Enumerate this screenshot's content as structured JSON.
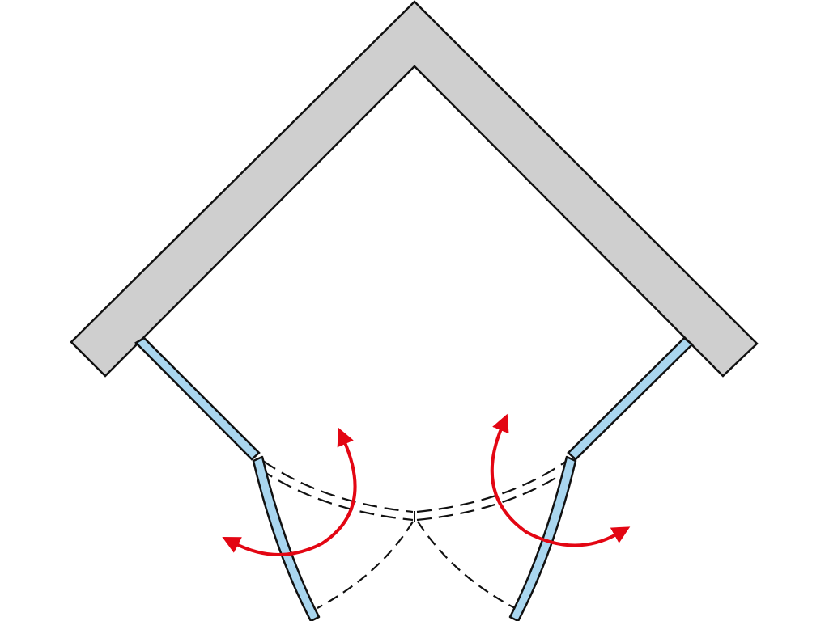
{
  "diagram": {
    "kind": "shower-enclosure-plan",
    "colors": {
      "wall_fill": "#cfcfcf",
      "outline": "#111111",
      "glass": "#a9d6ef",
      "arrow": "#e30613",
      "background": "#ffffff"
    },
    "icons": [
      "wall-corner",
      "fixed-glass-panel",
      "pivot-door",
      "open-direction-arrow"
    ],
    "doors": [
      {
        "side": "left",
        "opens": [
          "inward",
          "outward"
        ]
      },
      {
        "side": "right",
        "opens": [
          "inward",
          "outward"
        ]
      }
    ]
  }
}
